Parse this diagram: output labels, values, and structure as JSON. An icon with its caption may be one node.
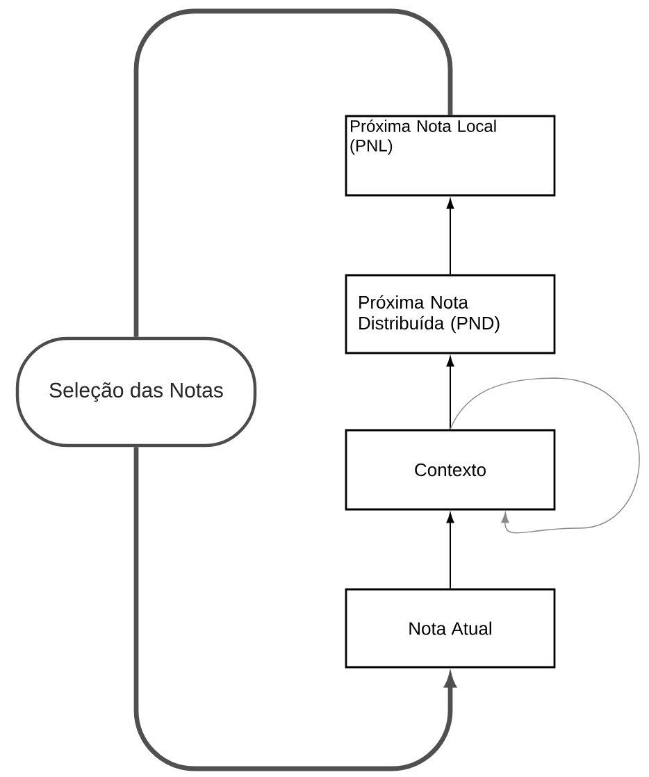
{
  "diagram": {
    "nodes": [
      {
        "text": [
          "Seleção das Notas"
        ]
      },
      {
        "text": [
          "Próxima Nota Local (PNL)"
        ]
      },
      {
        "text": [
          "Próxima Nota Distribuída (PND)"
        ]
      },
      {
        "text": [
          "Contexto"
        ]
      },
      {
        "text": [
          "Nota Atual"
        ]
      }
    ],
    "edges": [
      {
        "from": 4,
        "to": 3,
        "arrow": "to"
      },
      {
        "from": 3,
        "to": 2,
        "arrow": "to"
      },
      {
        "from": 2,
        "to": 1,
        "arrow": "to"
      },
      {
        "from": 3,
        "to": 3,
        "arrow": "to",
        "color": "#888888"
      },
      {
        "from": 1,
        "to": 0,
        "arrow": "none",
        "style": "thick",
        "color": "#505050"
      },
      {
        "from": 0,
        "to": 4,
        "arrow": "to",
        "style": "thick",
        "color": "#505050"
      }
    ]
  }
}
